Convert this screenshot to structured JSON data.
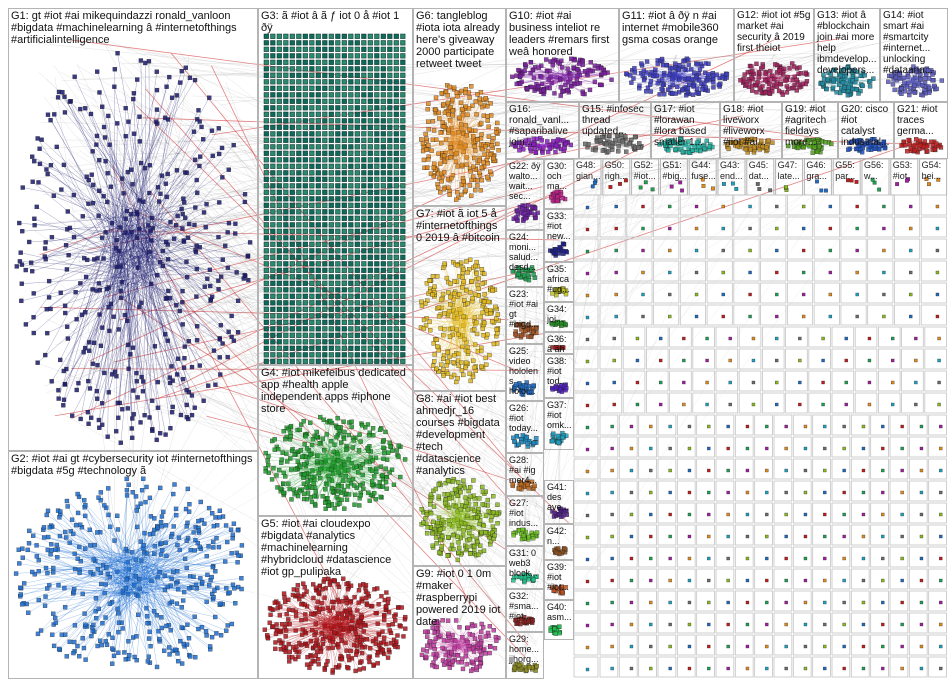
{
  "groups": [
    {
      "id": "G1",
      "label": "G1: gt #iot #ai mikequindazzi ronald_vanloon #bigdata #machinelearning â #internetofthings #artificialintelligence",
      "color": "#1a1a6e"
    },
    {
      "id": "G2",
      "label": "G2: #iot #ai gt #cybersecurity iot #internetofthings #bigdata #5g #technology ã",
      "color": "#1d6fd1"
    },
    {
      "id": "G3",
      "label": "G3: ã #iot â ã ƒ iot 0 å #iot 1 ðÿ",
      "color": "#0e6b5c"
    },
    {
      "id": "G4",
      "label": "G4: #iot mikefeibus dedicated app #health apple independent apps #iphone store",
      "color": "#1e9b2a"
    },
    {
      "id": "G5",
      "label": "G5: #iot #ai cloudexpo #bigdata #analytics #machinelearning #hybridcloud #datascience #iot gp_pulipaka",
      "color": "#b0141a"
    },
    {
      "id": "G6",
      "label": "G6: tangleblog #iota iota already here's giveaway 2000 participate retweet tweet",
      "color": "#e08a1e"
    },
    {
      "id": "G7",
      "label": "G7: #iot ã iot 5 å #internetofthings 0 2019 â #bitcoin",
      "color": "#e0b81e"
    },
    {
      "id": "G8",
      "label": "G8: #ai #iot best ahmedjr_16 courses #bigdata #development #tech #datascience #analytics",
      "color": "#8ab81e"
    },
    {
      "id": "G9",
      "label": "G9: #iot 0 1 0m #maker #raspberrypi powered 2019 iot date",
      "color": "#c03ca0"
    },
    {
      "id": "G10",
      "label": "G10: #iot #ai business inteliot re leaders #remars first weâ honored",
      "color": "#7a1ea0"
    },
    {
      "id": "G11",
      "label": "G11: #iot â ðÿ n #ai internet #mobile360 gsma cosas orange",
      "color": "#3c3cc0"
    },
    {
      "id": "G12",
      "label": "G12: #iot iot #5g market #ai security â 2019 first theiot",
      "color": "#a01e5a"
    },
    {
      "id": "G13",
      "label": "G13: #iot â #blockchain join #ai more help ibmdevelop... developers...",
      "color": "#1e8aa0"
    },
    {
      "id": "G14",
      "label": "G14: #iot smart #ai #smartcity #internet... unlocking #dataana...",
      "color": "#5a5ac0"
    },
    {
      "id": "G15",
      "label": "G15: #infosec thread updated...",
      "color": "#6a6a6a"
    },
    {
      "id": "G16",
      "label": "G16: ronald_vanl... #saparibalive join...",
      "color": "#8a1ec0"
    },
    {
      "id": "G17",
      "label": "G17: #iot #lorawan #lora based smaller 1...",
      "color": "#1eb0a0"
    },
    {
      "id": "G18",
      "label": "G18: #iot liveworx #liveworx #iiot #ai...",
      "color": "#c08a1e"
    },
    {
      "id": "G19",
      "label": "G19: #iot #agritech fieldays more...",
      "color": "#50a01e"
    },
    {
      "id": "G20",
      "label": "G20: cisco #iot catalyst industrial...",
      "color": "#1e50c0"
    },
    {
      "id": "G21",
      "label": "G21: #iot traces germa...",
      "color": "#c01e1e"
    },
    {
      "id": "G22",
      "label": "G22: ðÿ walto... wait... sec...",
      "color": "#6a1ea0"
    },
    {
      "id": "G23",
      "label": "G23: #iot #ai gt #bigd...",
      "color": "#a0501e"
    },
    {
      "id": "G24",
      "label": "G24: moni... salud... desd...",
      "color": "#1ea050"
    },
    {
      "id": "G25",
      "label": "G25: video hololens holoi...",
      "color": "#1e6ac0"
    },
    {
      "id": "G26",
      "label": "G26: #iot today...",
      "color": "#1e8ac0"
    },
    {
      "id": "G27",
      "label": "G27: #iot indus...",
      "color": "#6ac01e"
    },
    {
      "id": "G28",
      "label": "G28: #ai #ig mer4...",
      "color": "#c06a1e"
    },
    {
      "id": "G29",
      "label": "G29: home... jjhorg...",
      "color": "#8a8a1e"
    },
    {
      "id": "G30",
      "label": "G30: och ma...",
      "color": "#c01e8a"
    },
    {
      "id": "G31",
      "label": "G31: 0 web3 block...",
      "color": "#1ec08a"
    },
    {
      "id": "G32",
      "label": "G32: #sma... #iot...",
      "color": "#8a1e1e"
    },
    {
      "id": "G33",
      "label": "G33: #iot new...",
      "color": "#1e1e8a"
    },
    {
      "id": "G34",
      "label": "G34: joi...",
      "color": "#1e8a1e"
    },
    {
      "id": "G35",
      "label": "G35: africa #ug...",
      "color": "#c0c01e"
    },
    {
      "id": "G36",
      "label": "G36: â ah goo...",
      "color": "#a01e1e"
    },
    {
      "id": "G37",
      "label": "G37: #iot omk...",
      "color": "#1ea0c0"
    },
    {
      "id": "G38",
      "label": "G38: #iot tod...",
      "color": "#501ec0"
    },
    {
      "id": "G39",
      "label": "G39: #iot #iot...",
      "color": "#c0501e"
    },
    {
      "id": "G40",
      "label": "G40: asm...",
      "color": "#1ec050"
    },
    {
      "id": "G41",
      "label": "G41: des ave...",
      "color": "#501e8a"
    },
    {
      "id": "G42",
      "label": "G42: n...",
      "color": "#8a501e"
    }
  ],
  "small_labels": [
    "G48:",
    "G50:",
    "G52:",
    "G51:",
    "G44:",
    "G43:",
    "G45:",
    "G47:",
    "G46:",
    "G55:",
    "G56:",
    "G53:",
    "G54:",
    "gian...",
    "righ...",
    "#iot...",
    "#big...",
    "fuse...",
    "end...",
    "dat...",
    "late...",
    "gra...",
    "par...",
    "w...",
    "#iot",
    "bei..."
  ]
}
